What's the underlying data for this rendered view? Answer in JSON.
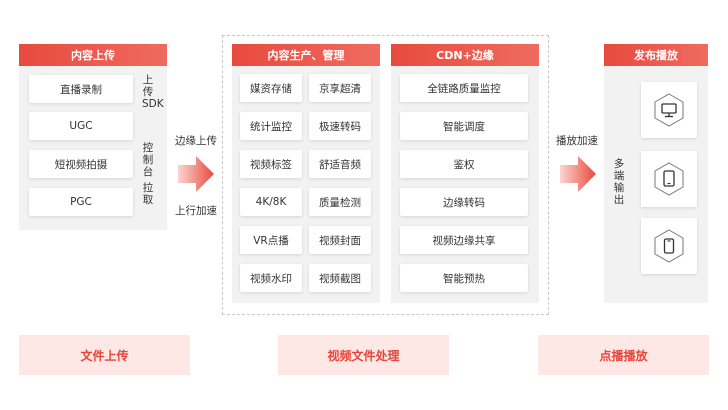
{
  "upload": {
    "title": "内容上传",
    "items": [
      "直播录制",
      "UGC",
      "短视频拍摄",
      "PGC"
    ],
    "side_labels": [
      "上传SDK",
      "控制台",
      "拉取"
    ]
  },
  "arrow1": {
    "top": "边缘上传",
    "bottom": "上行加速"
  },
  "production": {
    "title": "内容生产、管理",
    "items": [
      "媒资存储",
      "京享超清",
      "统计监控",
      "极速转码",
      "视频标签",
      "舒适音频",
      "4K/8K",
      "质量检测",
      "VR点播",
      "视频封面",
      "视频水印",
      "视频截图"
    ]
  },
  "cdn": {
    "title": "CDN+边缘",
    "items": [
      "全链路质量监控",
      "智能调度",
      "鉴权",
      "边缘转码",
      "视频边缘共享",
      "智能预热"
    ]
  },
  "arrow2": {
    "top": "播放加速"
  },
  "publish": {
    "title": "发布播放",
    "side_label": "多端输出",
    "icons": [
      "desktop-icon",
      "tablet-icon",
      "phone-icon"
    ]
  },
  "bottom": [
    "文件上传",
    "视频文件处理",
    "点播播放"
  ],
  "colors": {
    "accent": "#e84a3e",
    "panel_bg": "#f2f2f2",
    "bottom_bg": "#fde8e6"
  }
}
